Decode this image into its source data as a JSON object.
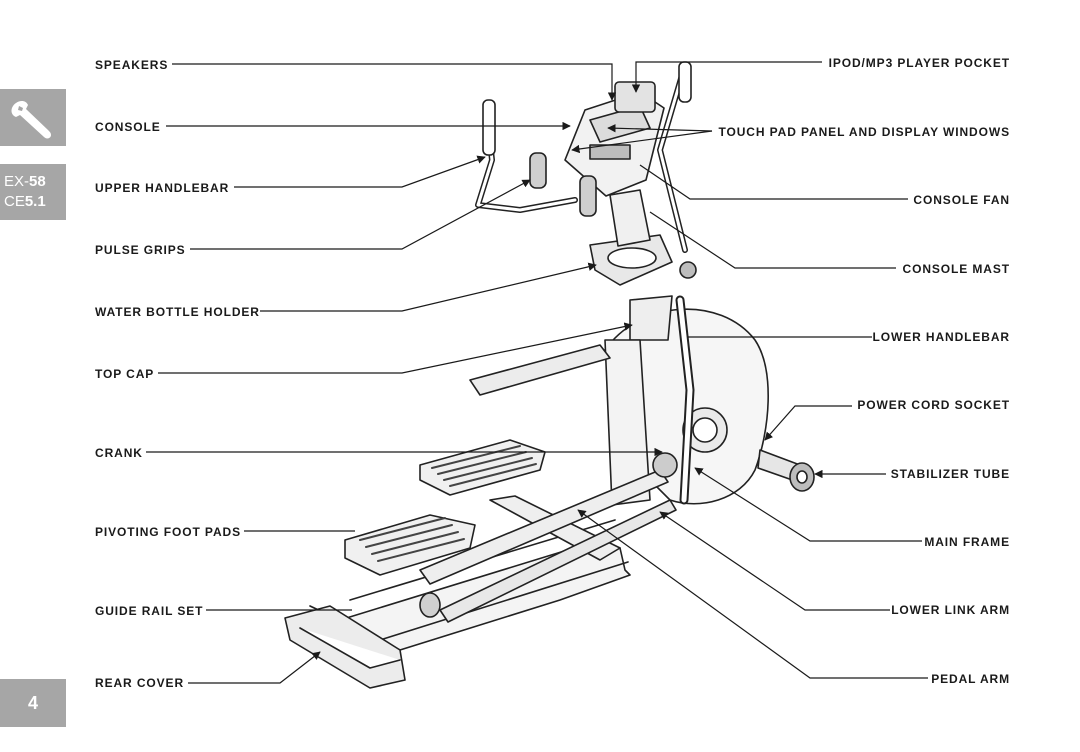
{
  "sidebar": {
    "icon": "wrench-icon",
    "model_line1_prefix": "EX-",
    "model_line1_number": "58",
    "model_line2_prefix": "CE",
    "model_line2_number": "5.1",
    "page_number": "4"
  },
  "left_labels": [
    "SPEAKERS",
    "CONSOLE",
    "UPPER HANDLEBAR",
    "PULSE GRIPS",
    "WATER BOTTLE HOLDER",
    "TOP CAP",
    "CRANK",
    "PIVOTING FOOT PADS",
    "GUIDE RAIL SET",
    "REAR COVER"
  ],
  "right_labels": [
    "IPOD/MP3 PLAYER POCKET",
    "TOUCH PAD PANEL AND DISPLAY WINDOWS",
    "CONSOLE FAN",
    "CONSOLE MAST",
    "LOWER HANDLEBAR",
    "POWER CORD SOCKET",
    "STABILIZER TUBE",
    "MAIN FRAME",
    "LOWER LINK ARM",
    "PEDAL ARM"
  ]
}
